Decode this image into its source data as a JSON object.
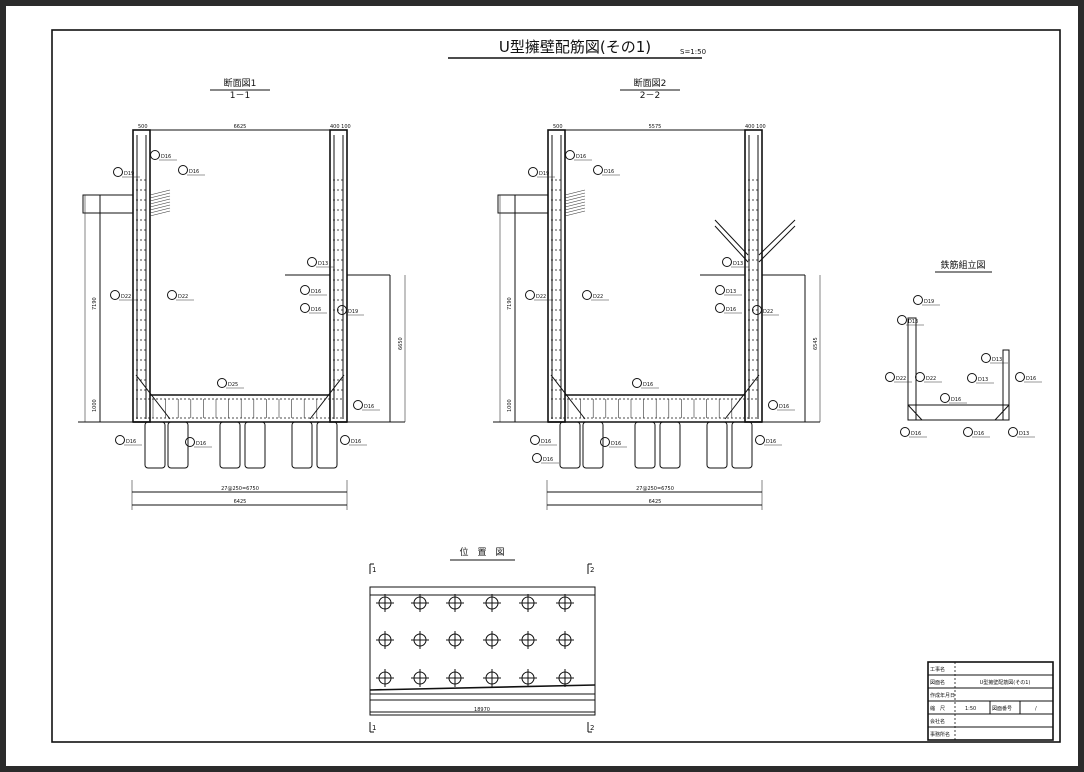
{
  "title": "U型擁壁配筋図(その1)",
  "scale": "S=1:50",
  "section1": {
    "title": "断面図1",
    "subtitle": "1－1",
    "dims": {
      "top_width": "6625",
      "left_top": "500",
      "right_top": "400 100",
      "height": "7190",
      "bottom_span": "27@250=6750",
      "bottom_total": "6425",
      "base": "1000",
      "wall_right": "6650"
    },
    "callouts": [
      "D19",
      "D16",
      "D16",
      "D22",
      "D22",
      "D13",
      "D16",
      "D16",
      "D19",
      "D25",
      "D16",
      "D16",
      "D16",
      "D16"
    ]
  },
  "section2": {
    "title": "断面図2",
    "subtitle": "2－2",
    "dims": {
      "top_width": "5575",
      "left_top": "500",
      "right_top": "400 100",
      "height": "7190",
      "bottom_span": "27@250=6750",
      "bottom_total": "6425",
      "base": "1000",
      "wall_right": "6545"
    },
    "callouts": [
      "D19",
      "D16",
      "D16",
      "D22",
      "D22",
      "D13",
      "D13",
      "D16",
      "D22",
      "D16",
      "D16",
      "D16",
      "D16",
      "D16",
      "D16"
    ]
  },
  "assembly": {
    "title": "鉄筋組立図",
    "callouts": [
      "D19",
      "D13",
      "D22",
      "D22",
      "D13",
      "D13",
      "D16",
      "D16",
      "D16",
      "D16",
      "D13"
    ]
  },
  "location_plan": {
    "title": "位　置　図",
    "marks": [
      "1",
      "2",
      "1",
      "2"
    ],
    "length": "18970"
  },
  "title_block": {
    "rows": [
      {
        "label": "工事名",
        "value": ""
      },
      {
        "label": "図面名",
        "value": "U型擁壁配筋図(その1)"
      },
      {
        "label": "作成年月日",
        "value": ""
      },
      {
        "label": "縮　尺",
        "value": "1:50",
        "label2": "図面番号",
        "value2": "/"
      },
      {
        "label": "会社名",
        "value": ""
      },
      {
        "label": "事務所名",
        "value": ""
      }
    ]
  }
}
